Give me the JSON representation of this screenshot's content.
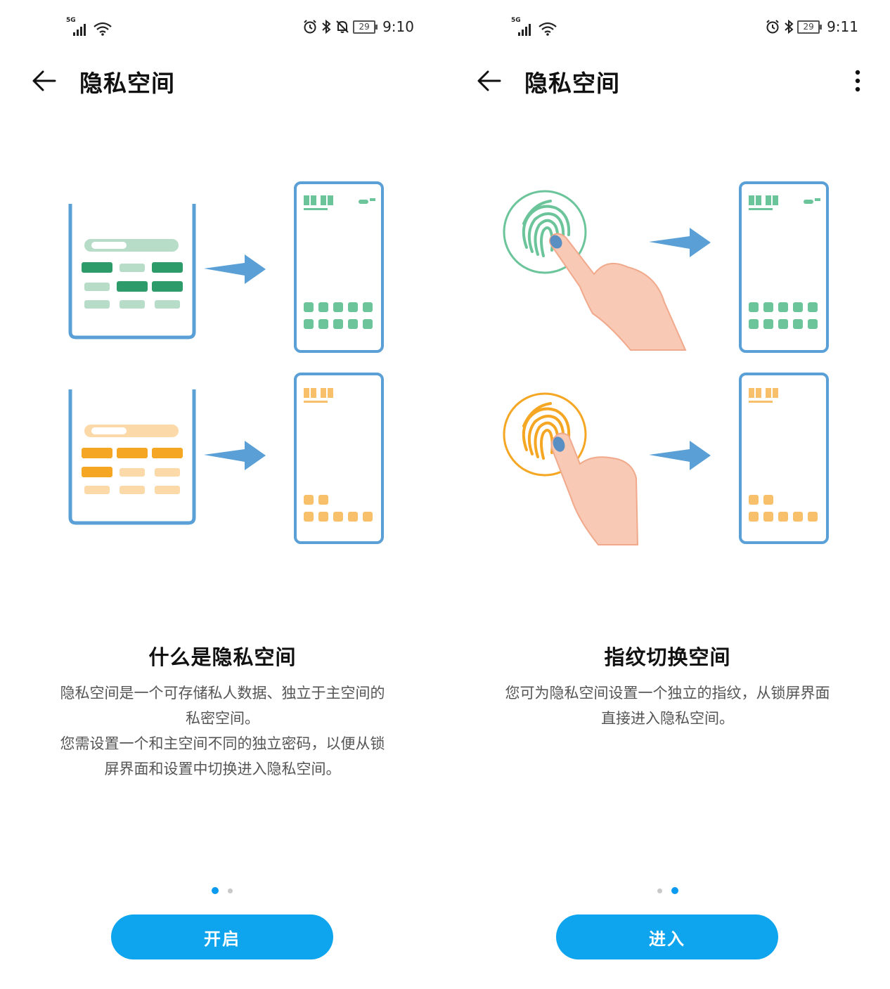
{
  "screens": [
    {
      "status": {
        "network_label": "5G",
        "battery": "29",
        "time": "9:10"
      },
      "title": "隐私空间",
      "heading": "什么是隐私空间",
      "description": "隐私空间是一个可存储私人数据、独立于主空间的\n私密空间。\n您需设置一个和主空间不同的独立密码，以便从锁\n屏界面和设置中切换进入隐私空间。",
      "button_label": "开启",
      "page_indicator": {
        "count": 2,
        "active": 1
      }
    },
    {
      "status": {
        "network_label": "5G",
        "battery": "29",
        "time": "9:11"
      },
      "title": "隐私空间",
      "heading": "指纹切换空间",
      "description": "您可为隐私空间设置一个独立的指纹，从锁屏界面\n直接进入隐私空间。",
      "button_label": "进入",
      "page_indicator": {
        "count": 2,
        "active": 2
      }
    }
  ],
  "icons": {
    "status_left": [
      "signal-icon",
      "wifi-icon"
    ],
    "status_right_screen1": [
      "alarm-icon",
      "bluetooth-icon",
      "bell-off-icon",
      "battery-icon"
    ],
    "status_right_screen2": [
      "alarm-icon",
      "bluetooth-icon",
      "battery-icon"
    ],
    "toolbar": [
      "back-arrow-icon",
      "more-vert-icon"
    ]
  },
  "colors": {
    "accent": "#0ea5ee",
    "green": "#2e9b6a",
    "green_light": "#b7ddc9",
    "orange": "#f5a623",
    "orange_light": "#fbd9a8",
    "phone_frame": "#5aa0d6",
    "arrow": "#5aa0d6"
  }
}
